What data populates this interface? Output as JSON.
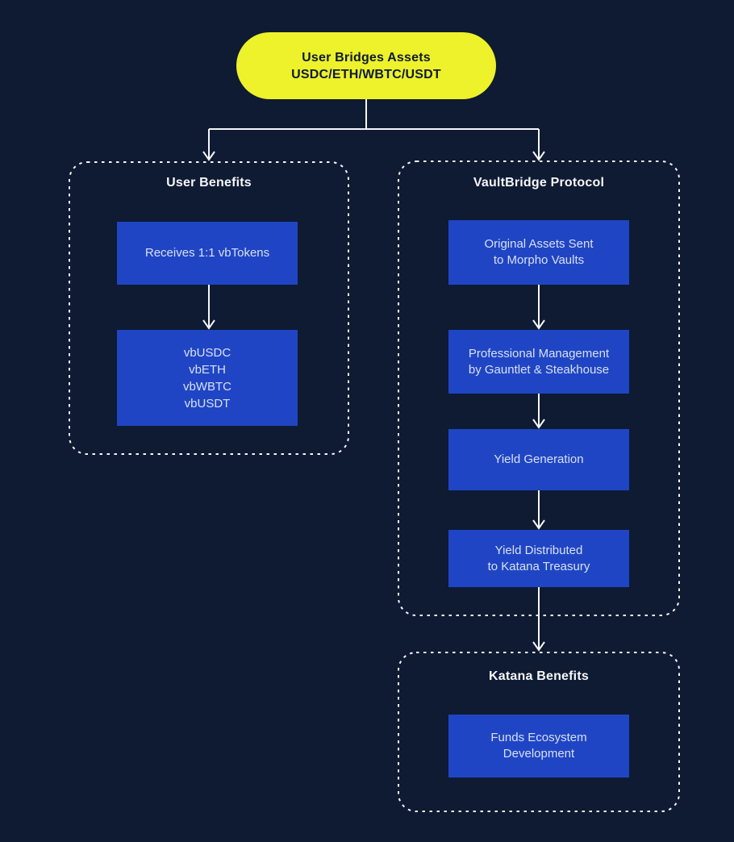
{
  "diagram": {
    "root_node": {
      "line1": "User Bridges Assets",
      "line2": "USDC/ETH/WBTC/USDT"
    },
    "groups": {
      "user_benefits": {
        "title": "User Benefits",
        "node_receives": {
          "line1": "Receives 1:1 vbTokens"
        },
        "node_tokens": {
          "line1": "vbUSDC",
          "line2": "vbETH",
          "line3": "vbWBTC",
          "line4": "vbUSDT"
        }
      },
      "vaultbridge_protocol": {
        "title": "VaultBridge Protocol",
        "node_original_assets": {
          "line1": "Original Assets Sent",
          "line2": "to Morpho Vaults"
        },
        "node_management": {
          "line1": "Professional Management",
          "line2": "by Gauntlet & Steakhouse"
        },
        "node_yield_generation": {
          "line1": "Yield Generation"
        },
        "node_yield_distributed": {
          "line1": "Yield Distributed",
          "line2": "to Katana Treasury"
        }
      },
      "katana_benefits": {
        "title": "Katana Benefits",
        "node_funds": {
          "line1": "Funds Ecosystem",
          "line2": "Development"
        }
      }
    },
    "colors": {
      "background": "#0f1a33",
      "node_fill": "#2045c4",
      "root_fill": "#edf22a",
      "root_text": "#101b33",
      "node_text": "#d6e0f7",
      "title_text": "#f5f7fb",
      "connector": "#f5f7fa"
    }
  }
}
